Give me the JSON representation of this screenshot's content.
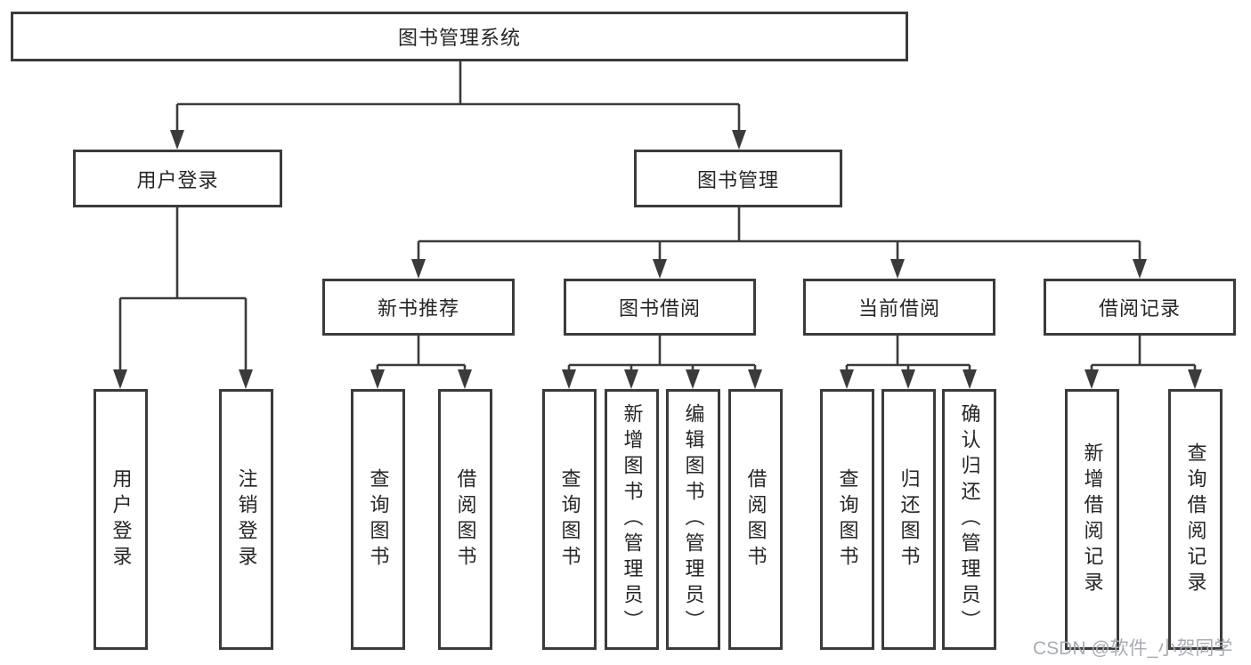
{
  "diagram": {
    "title": "图书管理系统",
    "level2": {
      "user_login": "用户登录",
      "book_management": "图书管理"
    },
    "level3": {
      "new_book_recommend": "新书推荐",
      "book_borrow": "图书借阅",
      "current_borrow": "当前借阅",
      "borrow_record": "借阅记录"
    },
    "leaves": {
      "user_login": "用户登录",
      "logout": "注销登录",
      "rec_query_book": "查询图书",
      "rec_borrow_book": "借阅图书",
      "bb_query_book": "查询图书",
      "bb_add_book": "新增图书（管理员）",
      "bb_edit_book": "编辑图书（管理员）",
      "bb_borrow_book": "借阅图书",
      "cb_query_book": "查询图书",
      "cb_return_book": "归还图书",
      "cb_confirm_return": "确认归还（管理员）",
      "br_add_record": "新增借阅记录",
      "br_query_record": "查询借阅记录"
    }
  },
  "watermark": "CSDN @软件_小贺同学",
  "colors": {
    "line": "#3b3b3b",
    "text": "#262626",
    "watermark": "#a9adb3",
    "background": "#ffffff"
  }
}
